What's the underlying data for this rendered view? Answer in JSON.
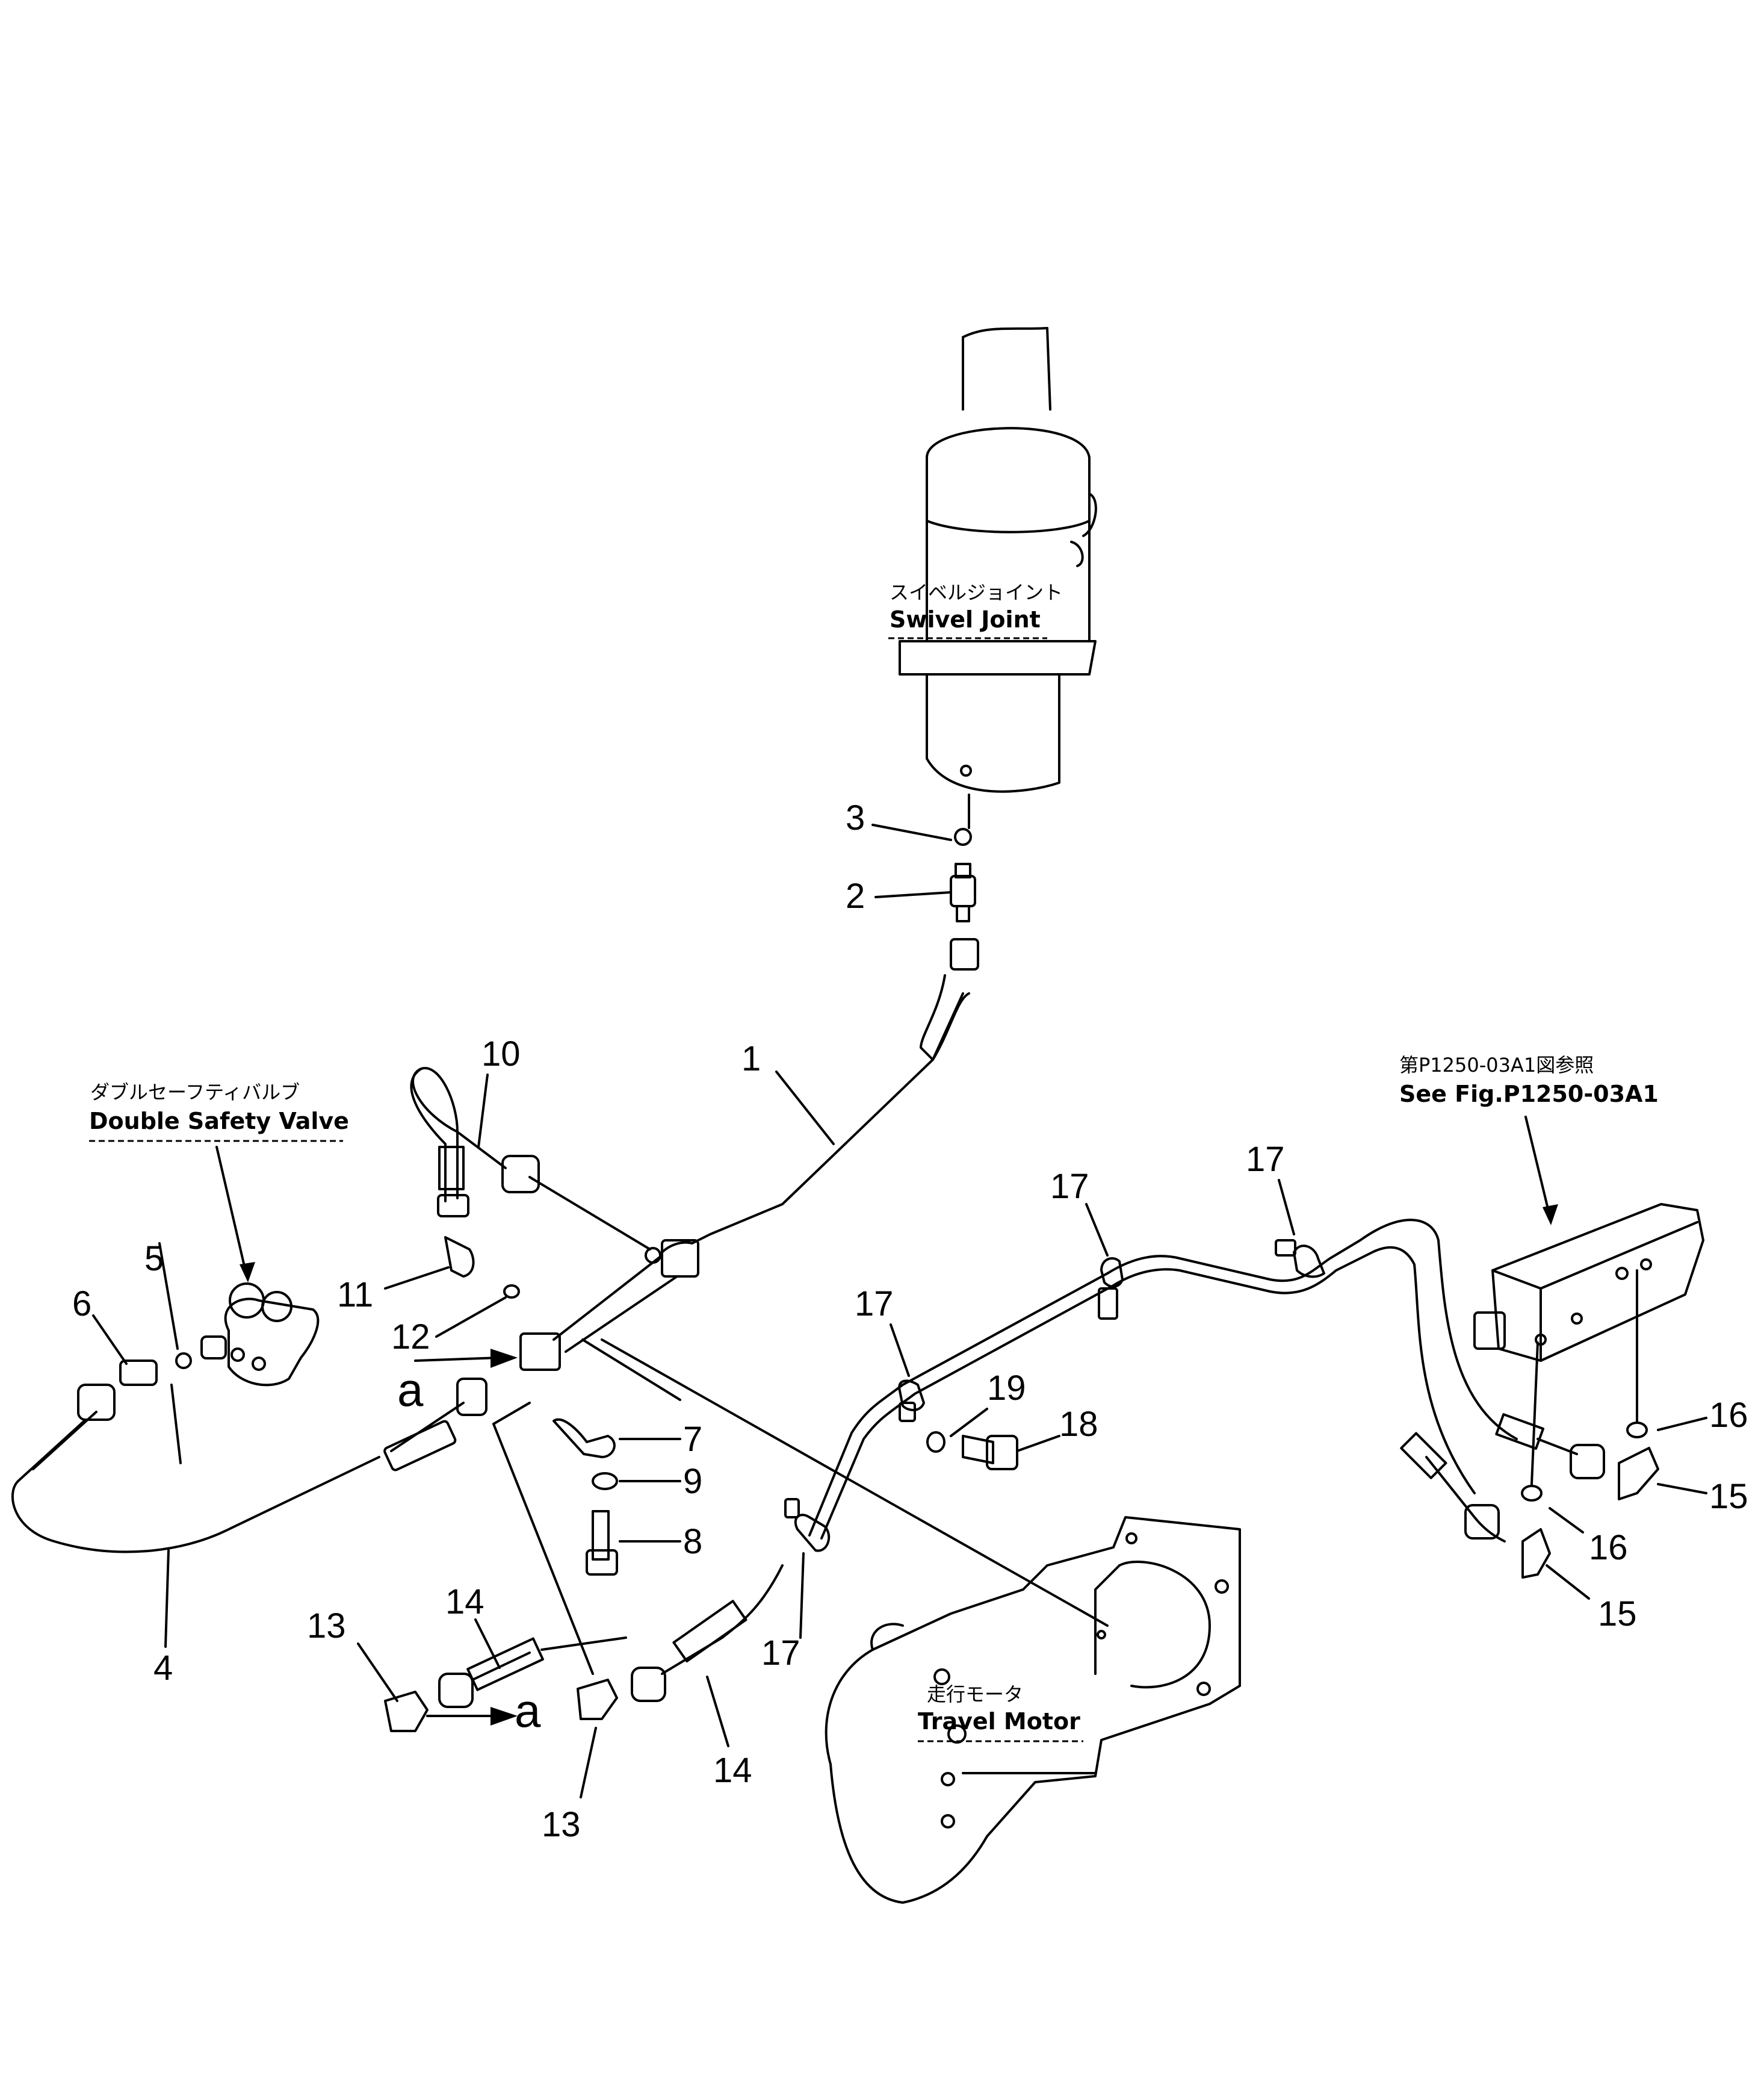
{
  "components": {
    "swivel_joint": {
      "jp": "スイベルジョイント",
      "en": "Swivel Joint"
    },
    "double_safety_valve": {
      "jp": "ダブルセーフティバルブ",
      "en": "Double Safety Valve"
    },
    "see_fig": {
      "jp": "第P1250-03A1図参照",
      "en": "See Fig.P1250-03A1"
    },
    "travel_motor": {
      "jp": "走行モータ",
      "en": "Travel Motor"
    }
  },
  "reference_mark": "a",
  "callouts": [
    "1",
    "2",
    "3",
    "4",
    "5",
    "6",
    "7",
    "8",
    "9",
    "10",
    "11",
    "12",
    "13",
    "14",
    "15",
    "16",
    "17",
    "18",
    "19"
  ]
}
